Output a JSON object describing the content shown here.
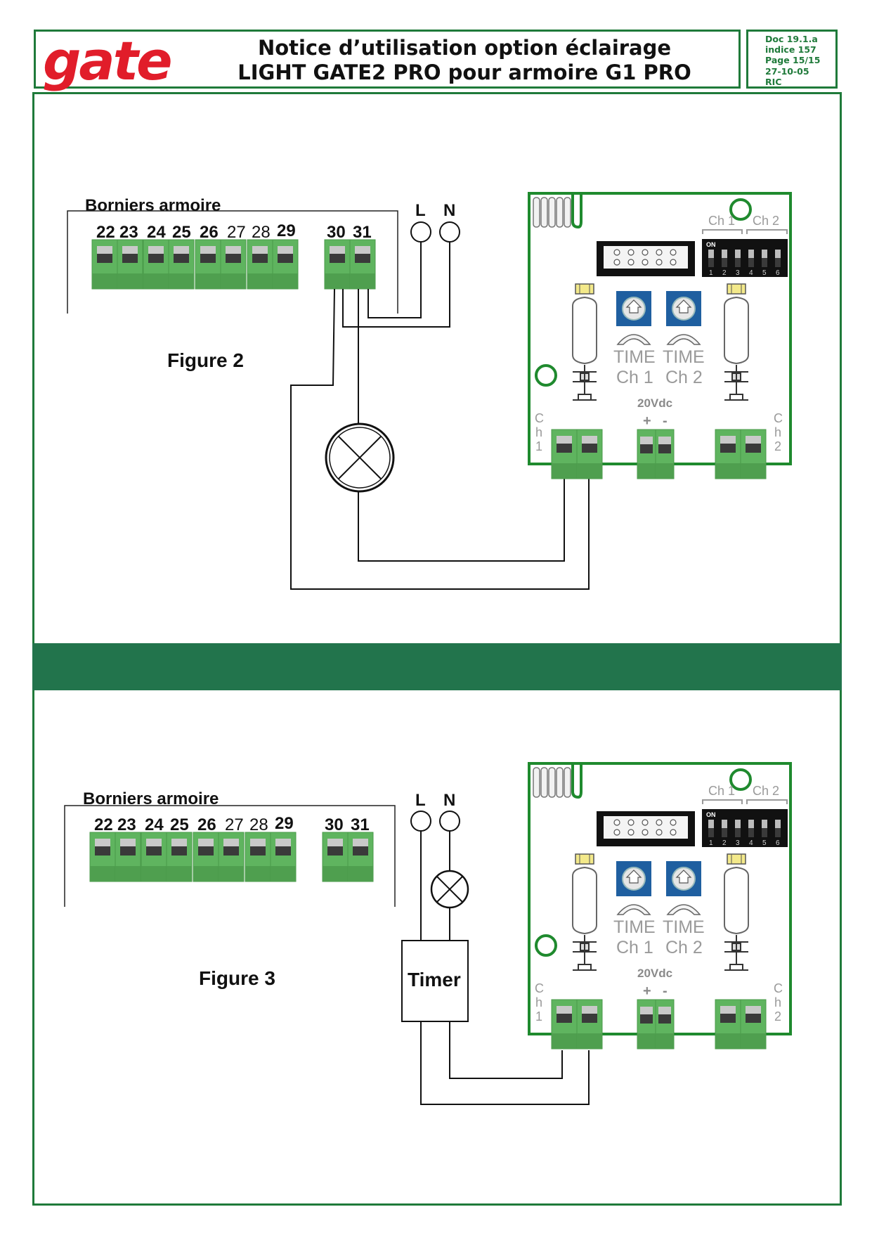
{
  "header": {
    "logo_text": "gate",
    "title_line1": "Notice d’utilisation option éclairage",
    "title_line2": "LIGHT GATE2 PRO pour armoire G1 PRO"
  },
  "meta": {
    "doc": "Doc 19.1.a",
    "indice": "indice 157",
    "page": "Page 15/15",
    "date": "27-10-05",
    "author": "RIC"
  },
  "colors": {
    "border": "#1f7a3a",
    "separator": "#22744c",
    "logo": "#e11d2a",
    "terminal_green": "#5fb45f",
    "pot_blue": "#1f5fa0"
  },
  "figure2": {
    "caption": "Figure 2",
    "borniers_label": "Borniers armoire",
    "terminal_numbers": [
      "22",
      "23",
      "24",
      "25",
      "26",
      "27",
      "28",
      "29",
      "30",
      "31"
    ],
    "phase_label": "L",
    "neutral_label": "N"
  },
  "figure3": {
    "caption": "Figure 3",
    "borniers_label": "Borniers armoire",
    "terminal_numbers": [
      "22",
      "23",
      "24",
      "25",
      "26",
      "27",
      "28",
      "29",
      "30",
      "31"
    ],
    "phase_label": "L",
    "neutral_label": "N",
    "timer_label": "Timer"
  },
  "module": {
    "dip_ch1": "Ch 1",
    "dip_ch2": "Ch 2",
    "dip_on": "ON",
    "dip_numbers": [
      "1",
      "2",
      "3",
      "4",
      "5",
      "6"
    ],
    "time_label": "TIME",
    "pot1_channel": "Ch 1",
    "pot2_channel": "Ch 2",
    "supply_label": "20Vdc",
    "plus": "+",
    "minus": "-",
    "ch_letters": [
      "C",
      "h"
    ],
    "ch1_number": "1",
    "ch2_number": "2"
  }
}
